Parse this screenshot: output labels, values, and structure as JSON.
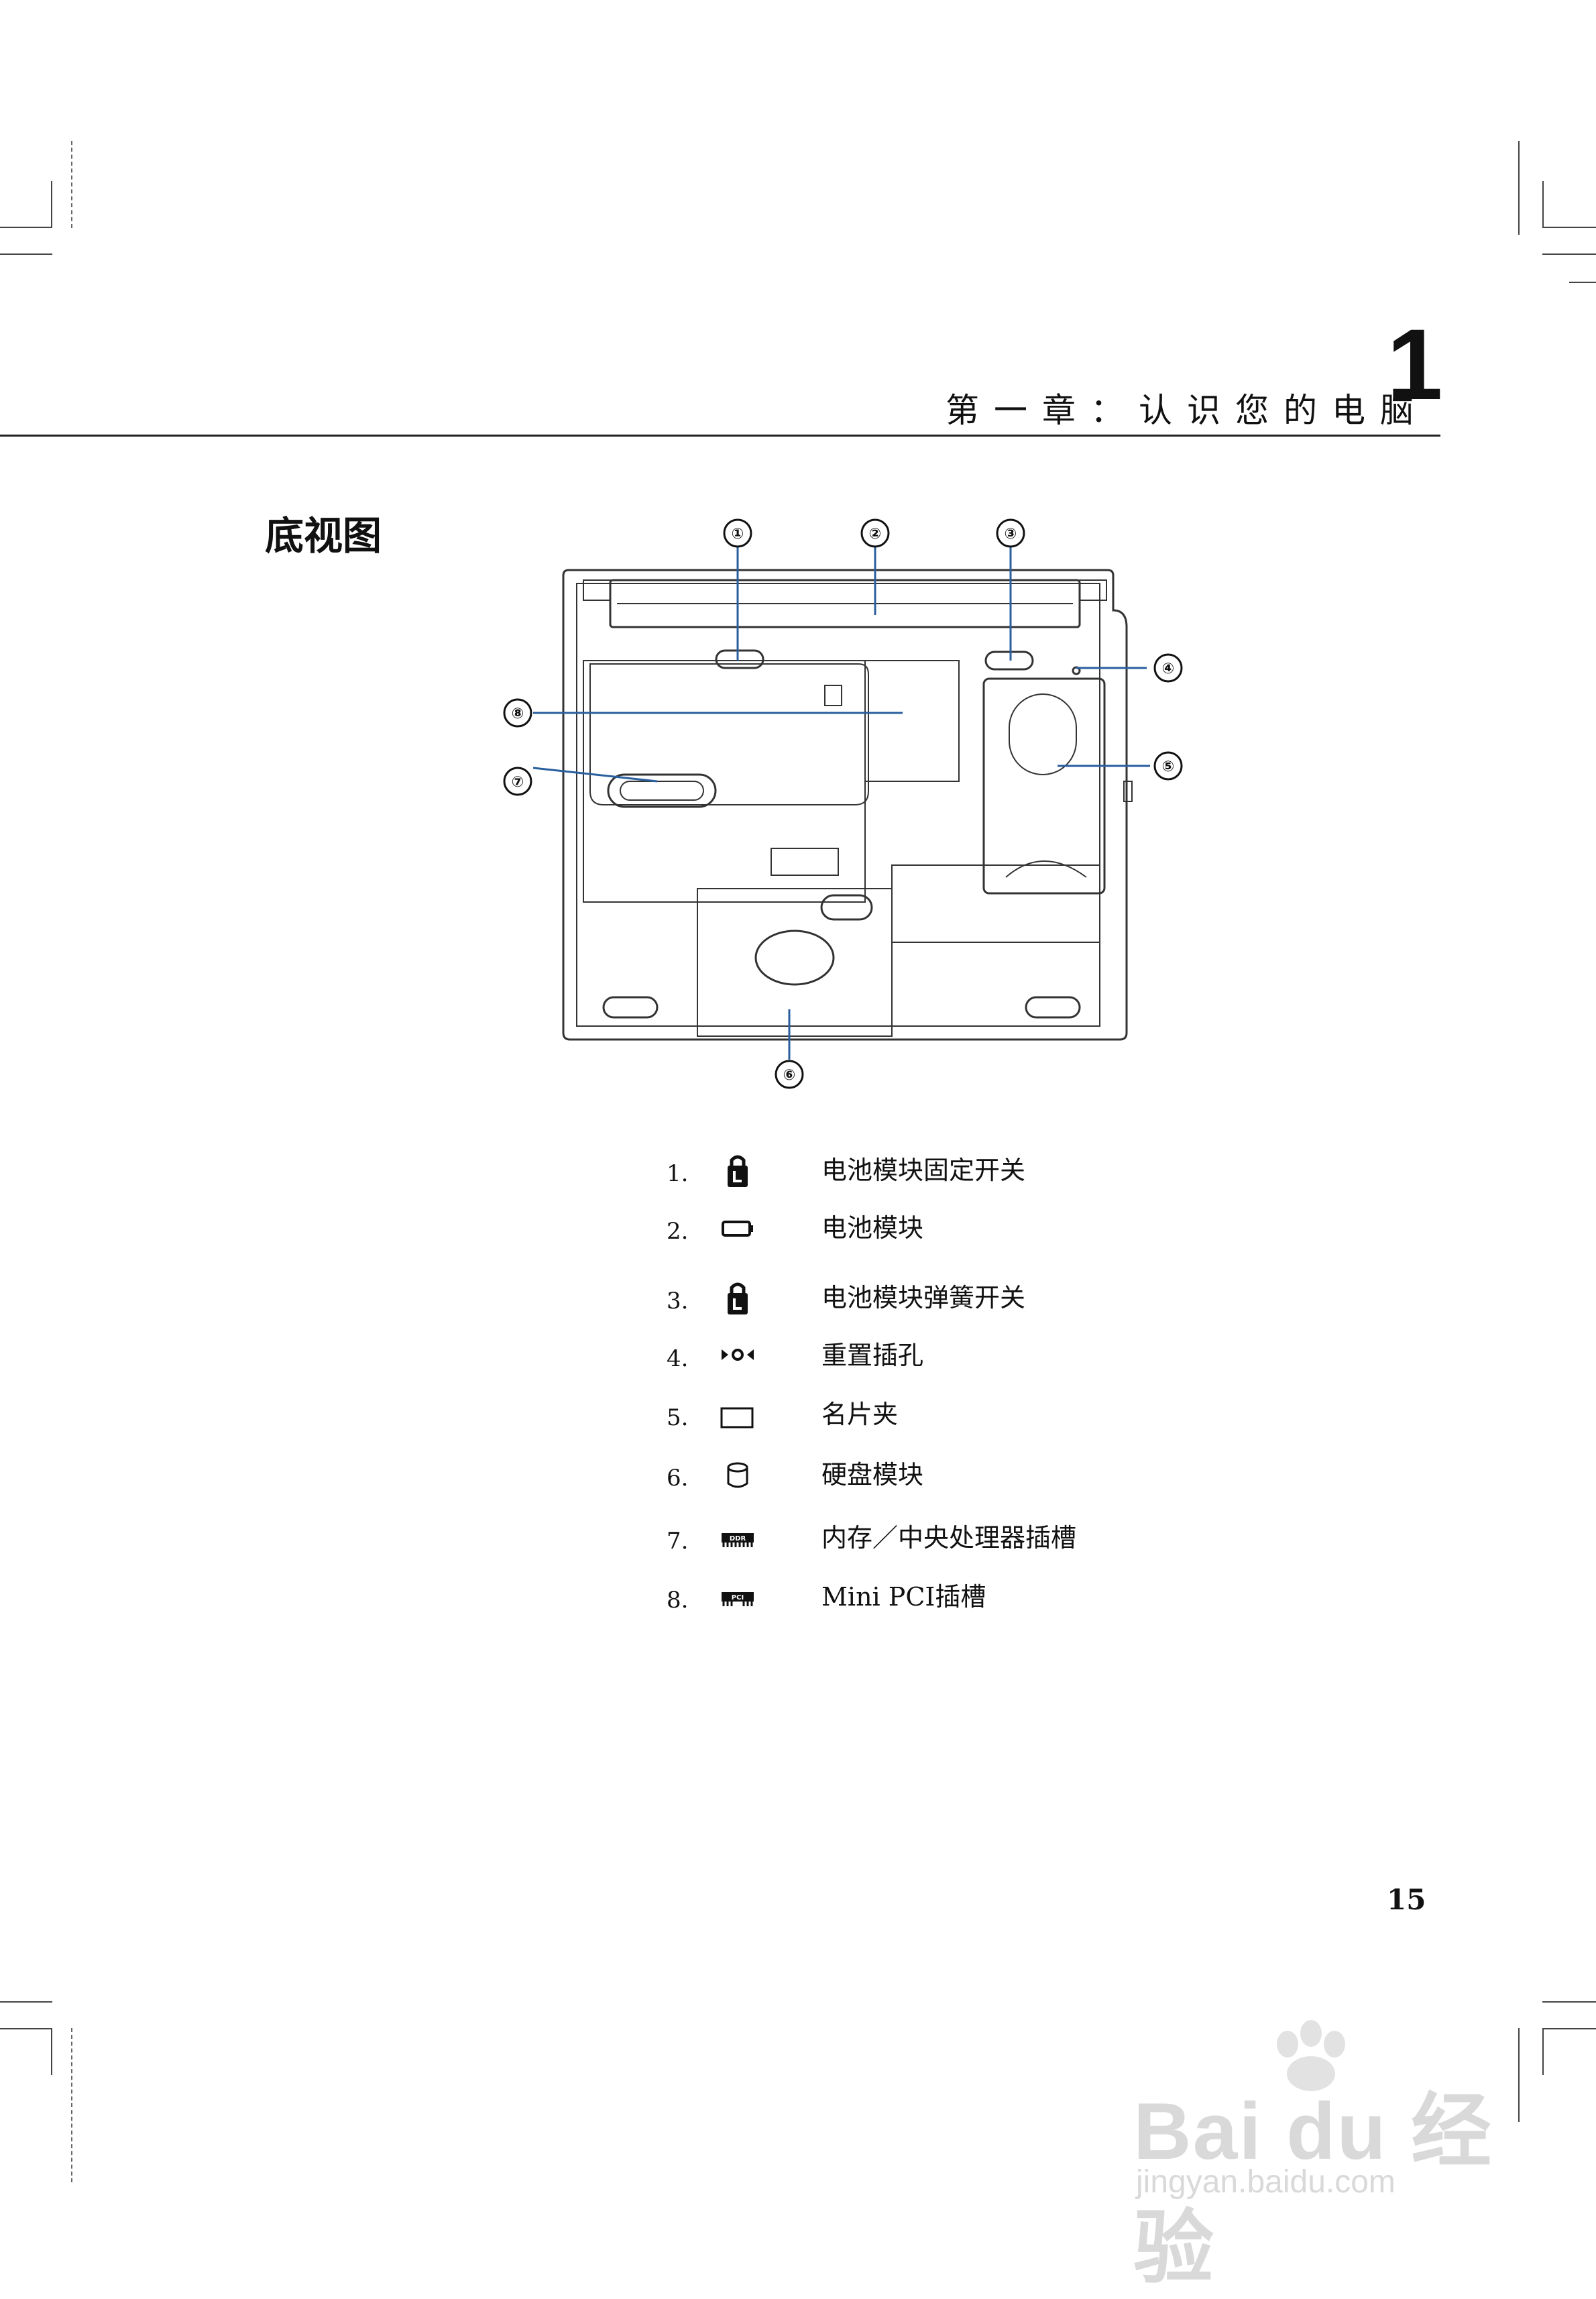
{
  "header": {
    "chapter_title": "第一章：认识您的电脑",
    "chapter_number": "1"
  },
  "section": {
    "title": "底视图"
  },
  "diagram": {
    "callouts": [
      "①",
      "②",
      "③",
      "④",
      "⑤",
      "⑥",
      "⑦",
      "⑧"
    ]
  },
  "legend": {
    "items": [
      {
        "num": "1.",
        "icon": "battery-lock-icon",
        "label": "电池模块固定开关"
      },
      {
        "num": "2.",
        "icon": "battery-icon",
        "label": "电池模块"
      },
      {
        "num": "3.",
        "icon": "battery-lock-icon",
        "label": "电池模块弹簧开关"
      },
      {
        "num": "4.",
        "icon": "reset-icon",
        "label": "重置插孔"
      },
      {
        "num": "5.",
        "icon": "card-holder-icon",
        "label": "名片夹"
      },
      {
        "num": "6.",
        "icon": "hard-disk-icon",
        "label": "硬盘模块"
      },
      {
        "num": "7.",
        "icon": "ddr-memory-icon",
        "label": "内存／中央处理器插槽"
      },
      {
        "num": "8.",
        "icon": "pci-card-icon",
        "label": "Mini PCI插槽"
      }
    ]
  },
  "footer": {
    "page_number": "15"
  },
  "watermark": {
    "brand": "Bai du 经验",
    "url": "jingyan.baidu.com"
  }
}
